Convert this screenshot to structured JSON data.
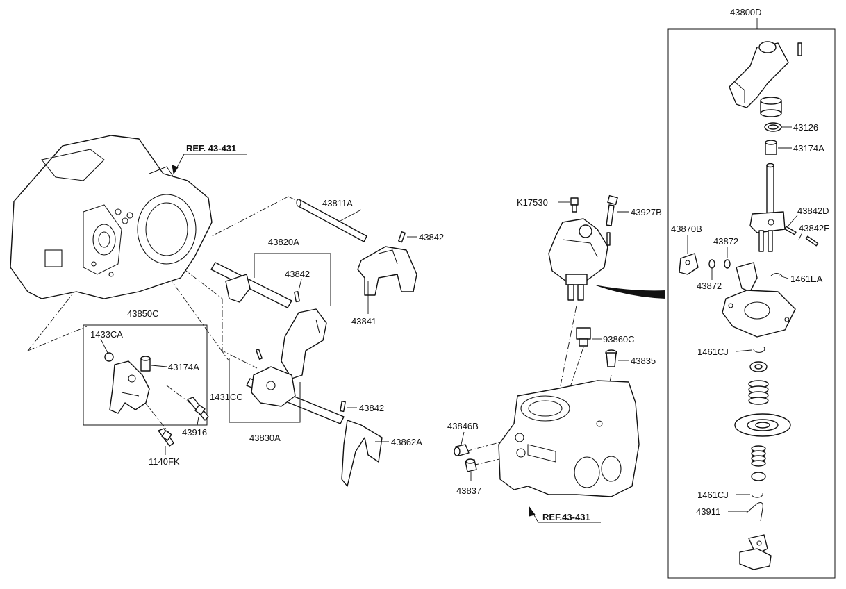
{
  "callouts": {
    "assy_top": "43800D",
    "c43126": "43126",
    "c43174A_right": "43174A",
    "c43842D": "43842D",
    "c43842E": "43842E",
    "c43870B": "43870B",
    "c43872_a": "43872",
    "c43872_b": "43872",
    "c1461EA": "1461EA",
    "c1461CJ_a": "1461CJ",
    "c1461CJ_b": "1461CJ",
    "c43911": "43911",
    "cK17530": "K17530",
    "c43927B": "43927B",
    "c93860C": "93860C",
    "c43835": "43835",
    "c43846B": "43846B",
    "c43837": "43837",
    "c43811A": "43811A",
    "c43842_top": "43842",
    "c43841": "43841",
    "c43820A": "43820A",
    "c43842_mid": "43842",
    "c43850C": "43850C",
    "c1433CA": "1433CA",
    "c43174A_left": "43174A",
    "c43916": "43916",
    "c1140FK": "1140FK",
    "c1431CC": "1431CC",
    "c43830A": "43830A",
    "c43842_low": "43842",
    "c43862A": "43862A"
  },
  "references": {
    "ref_left": "REF. 43-431",
    "ref_right": "REF.43-431"
  }
}
